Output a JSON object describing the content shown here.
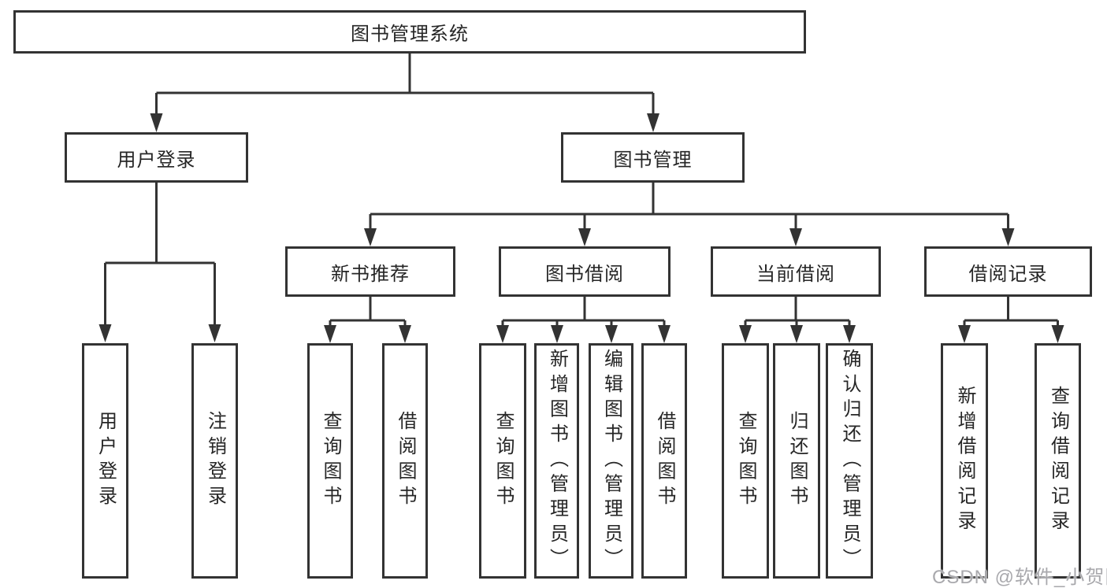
{
  "diagram_title": "图书管理系统",
  "tree": {
    "root": {
      "label": "图书管理系统",
      "children": [
        {
          "label": "用户登录",
          "children": [
            {
              "label": "用户登录"
            },
            {
              "label": "注销登录"
            }
          ]
        },
        {
          "label": "图书管理",
          "children": [
            {
              "label": "新书推荐",
              "children": [
                {
                  "label": "查询图书"
                },
                {
                  "label": "借阅图书"
                }
              ]
            },
            {
              "label": "图书借阅",
              "children": [
                {
                  "label": "查询图书"
                },
                {
                  "label": "新增图书（管理员）"
                },
                {
                  "label": "编辑图书（管理员）"
                },
                {
                  "label": "借阅图书"
                }
              ]
            },
            {
              "label": "当前借阅",
              "children": [
                {
                  "label": "查询图书"
                },
                {
                  "label": "归还图书"
                },
                {
                  "label": "确认归还（管理员）"
                }
              ]
            },
            {
              "label": "借阅记录",
              "children": [
                {
                  "label": "新增借阅记录"
                },
                {
                  "label": "查询借阅记录"
                }
              ]
            }
          ]
        }
      ]
    }
  },
  "watermark": "CSDN @软件_小贺同学",
  "colors": {
    "line": "#333333",
    "box_border": "#333333",
    "box_background": "#ffffff",
    "text": "#262626",
    "watermark": "#a9a9ad"
  }
}
